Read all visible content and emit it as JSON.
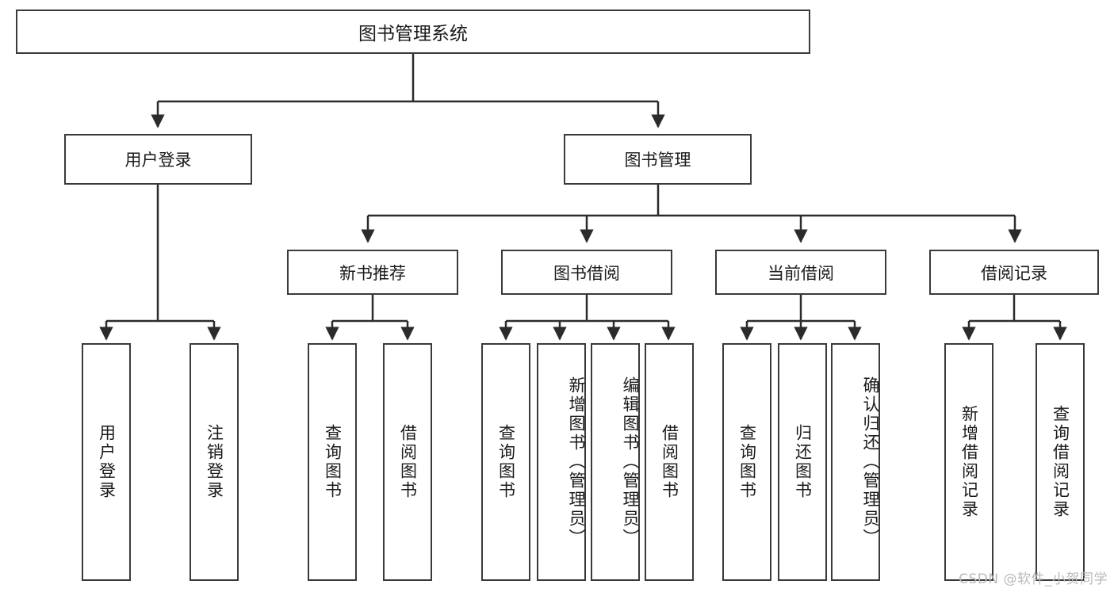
{
  "diagram": {
    "title": "图书管理系统",
    "type": "tree-structure-chart",
    "watermark": "CSDN @软件_小贺同学",
    "colors": {
      "box_border": "#3a3a3a",
      "box_fill": "#ffffff",
      "connector": "#2b2b2b",
      "text": "#1a1a1a",
      "watermark": "#b9b9b9"
    },
    "nodes": {
      "root": {
        "label": "图书管理系统"
      },
      "level1": [
        {
          "label": "用户登录"
        },
        {
          "label": "图书管理"
        }
      ],
      "level2": [
        {
          "label": "新书推荐"
        },
        {
          "label": "图书借阅"
        },
        {
          "label": "当前借阅"
        },
        {
          "label": "借阅记录"
        }
      ],
      "leaves": [
        {
          "label": "用户登录",
          "parent": "用户登录"
        },
        {
          "label": "注销登录",
          "parent": "用户登录"
        },
        {
          "label": "查询图书",
          "parent": "新书推荐"
        },
        {
          "label": "借阅图书",
          "parent": "新书推荐"
        },
        {
          "label": "查询图书",
          "parent": "图书借阅"
        },
        {
          "label": "新增图书（管理员）",
          "parent": "图书借阅"
        },
        {
          "label": "编辑图书（管理员）",
          "parent": "图书借阅"
        },
        {
          "label": "借阅图书",
          "parent": "图书借阅"
        },
        {
          "label": "查询图书",
          "parent": "当前借阅"
        },
        {
          "label": "归还图书",
          "parent": "当前借阅"
        },
        {
          "label": "确认归还（管理员）",
          "parent": "当前借阅"
        },
        {
          "label": "新增借阅记录",
          "parent": "借阅记录"
        },
        {
          "label": "查询借阅记录",
          "parent": "借阅记录"
        }
      ]
    }
  }
}
